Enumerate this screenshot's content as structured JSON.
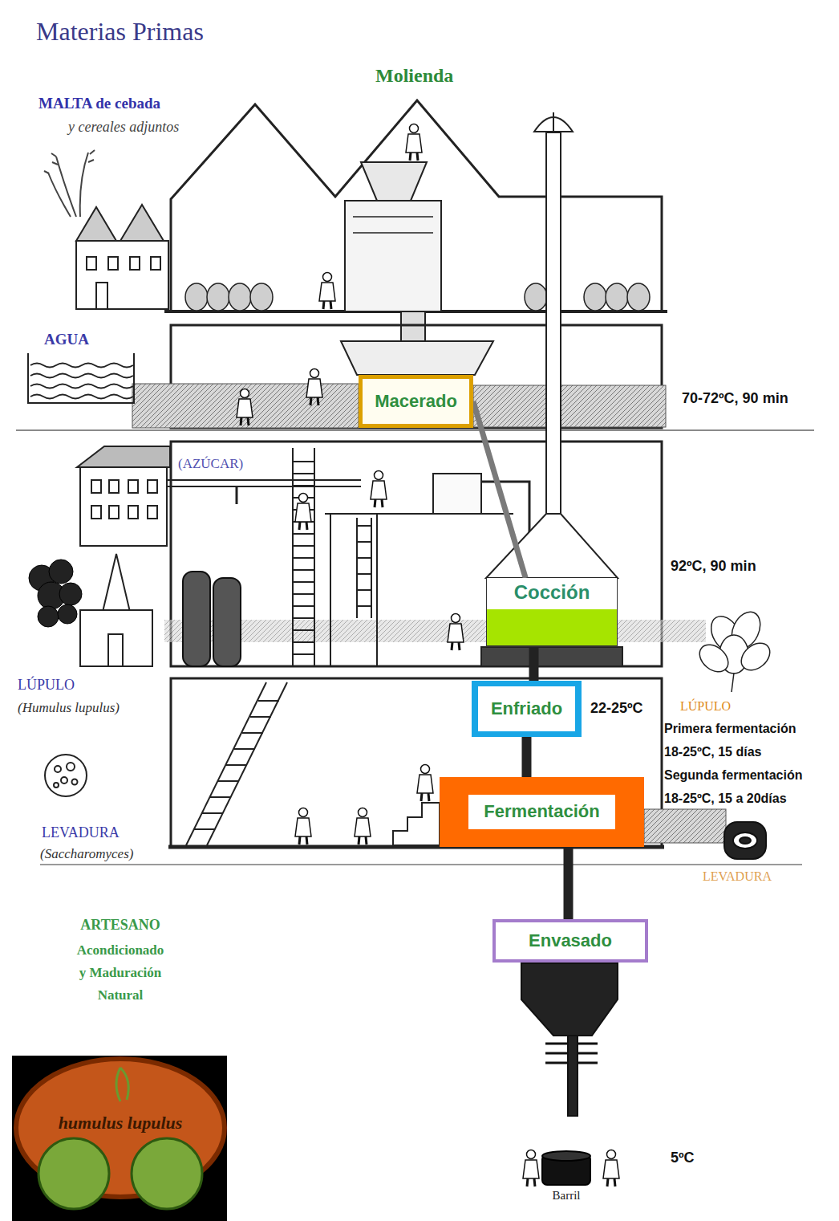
{
  "diagram": {
    "title": "Materias Primas",
    "nodes": [
      {
        "text": [
          "Macerado"
        ]
      },
      {
        "text": [
          "Cocción"
        ]
      },
      {
        "text": [
          "Enfriado"
        ]
      },
      {
        "text": [
          "Fermentación"
        ]
      },
      {
        "text": [
          "Envasado"
        ]
      }
    ],
    "edges": [
      {
        "from": 0,
        "to": 1,
        "arrow": "none"
      },
      {
        "from": 1,
        "to": 2,
        "arrow": "none"
      },
      {
        "from": 2,
        "to": 3,
        "arrow": "none"
      },
      {
        "from": 3,
        "to": 4,
        "arrow": "none"
      }
    ],
    "labels": [
      "Molienda",
      "MALTA de cebada",
      "y cereales adjuntos",
      "AGUA",
      "(AZÚCAR)",
      "LÚPULO",
      "(Humulus lupulus)",
      "LEVADURA",
      "(Saccharomyces)",
      "70-72ºC, 90 min",
      "92ºC, 90 min",
      "22-25ºC",
      "LÚPULO",
      "Primera fermentación",
      "18-25ºC, 15 días",
      "Segunda fermentación",
      "18-25ºC, 15 a 20días",
      "LEVADURA",
      "ARTESANO",
      "Acondicionado y Maduración Natural",
      "5ºC",
      "Barril",
      "humulus lupulus"
    ]
  }
}
